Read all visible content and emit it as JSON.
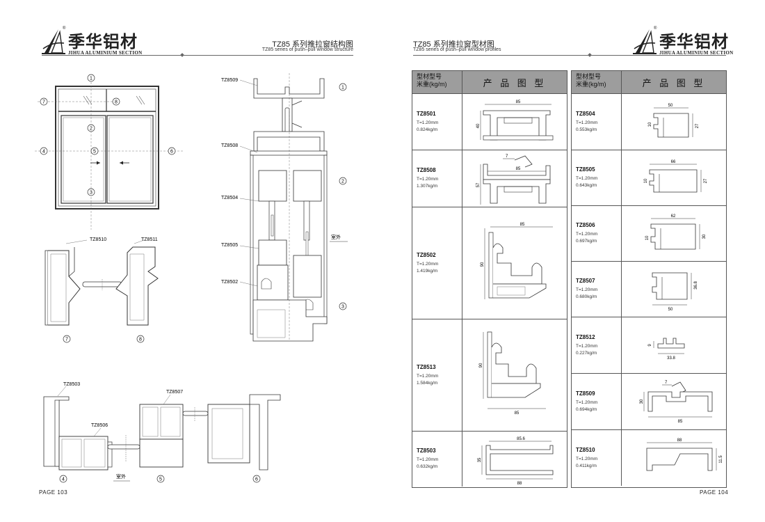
{
  "brand": {
    "name_cn": "季华铝材",
    "name_en": "JIHUA ALUMINIUM SECTION",
    "registered": "®"
  },
  "left_page": {
    "title": "TZ85 系列推拉窗结构图",
    "subtitle": "TZ85 series of push–pull window structure",
    "page_number": "PAGE  103",
    "elevation_markers": [
      "1",
      "2",
      "3",
      "4",
      "5",
      "6",
      "7",
      "8"
    ],
    "section_labels": {
      "s1": "TZ8509",
      "s2": "TZ8508",
      "s3": "TZ8504",
      "s4": "TZ8505",
      "s5": "TZ8502",
      "s6": "TZ8510",
      "s7": "TZ8511",
      "s8": "TZ8503",
      "s9": "TZ8506",
      "s10": "TZ8507"
    },
    "outside_label": "室外",
    "outside_label_2": "室外"
  },
  "right_page": {
    "title": "TZ85 系列推拉窗型材图",
    "subtitle": "TZ85 series of push–pull window profiles",
    "page_number": "PAGE  104",
    "header_col1_line1": "型材型号",
    "header_col1_line2": "米重(kg/m)",
    "header_col2": "产 品 图 型",
    "left_table": [
      {
        "code": "TZ8501",
        "thickness": "T=1.20mm",
        "weight": "0.824kg/m",
        "dims": [
          "85",
          "40"
        ]
      },
      {
        "code": "TZ8508",
        "thickness": "T=1.20mm",
        "weight": "1.307kg/m",
        "dims": [
          "7",
          "85",
          "57"
        ]
      },
      {
        "code": "TZ8502",
        "thickness": "T=1.20mm",
        "weight": "1.419kg/m",
        "dims": [
          "85",
          "90"
        ]
      },
      {
        "code": "TZ8513",
        "thickness": "T=1.20mm",
        "weight": "1.584kg/m",
        "dims": [
          "90",
          "85"
        ]
      },
      {
        "code": "TZ8503",
        "thickness": "T=1.20mm",
        "weight": "0.632kg/m",
        "dims": [
          "85.6",
          "35",
          "88"
        ]
      }
    ],
    "right_table": [
      {
        "code": "TZ8504",
        "thickness": "T=1.20mm",
        "weight": "0.553kg/m",
        "dims": [
          "50",
          "10",
          "27"
        ]
      },
      {
        "code": "TZ8505",
        "thickness": "T=1.20mm",
        "weight": "0.643kg/m",
        "dims": [
          "66",
          "10",
          "27"
        ]
      },
      {
        "code": "TZ8506",
        "thickness": "T=1.20mm",
        "weight": "0.697kg/m",
        "dims": [
          "62",
          "10",
          "30"
        ]
      },
      {
        "code": "TZ8507",
        "thickness": "T=1.20mm",
        "weight": "0.680kg/m",
        "dims": [
          "36.8",
          "50"
        ]
      },
      {
        "code": "TZ8512",
        "thickness": "T=1.20mm",
        "weight": "0.227kg/m",
        "dims": [
          "9",
          "33.8"
        ]
      },
      {
        "code": "TZ8509",
        "thickness": "T=1.20mm",
        "weight": "0.694kg/m",
        "dims": [
          "7",
          "30",
          "85"
        ]
      },
      {
        "code": "TZ8510",
        "thickness": "T=1.20mm",
        "weight": "0.411kg/m",
        "dims": [
          "88",
          "11.5"
        ]
      }
    ]
  }
}
